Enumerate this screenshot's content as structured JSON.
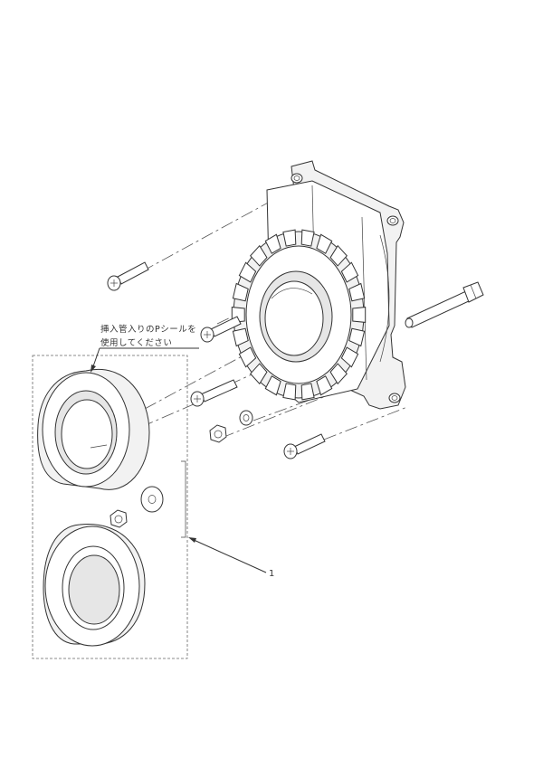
{
  "note": {
    "line1": "挿入管入りのPシールを",
    "line2": "使用してください"
  },
  "callout": {
    "part_number": "1"
  }
}
